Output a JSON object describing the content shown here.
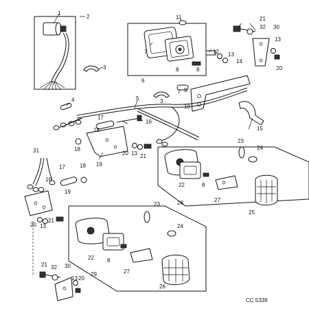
{
  "diagram": {
    "catalog_code": "CC 5339",
    "callouts": [
      "1",
      "2",
      "3",
      "4",
      "5",
      "6",
      "7",
      "8",
      "9",
      "10",
      "11",
      "12",
      "13",
      "14",
      "15",
      "16",
      "17",
      "18",
      "19",
      "20",
      "21",
      "22",
      "23",
      "24",
      "25",
      "26",
      "27",
      "28",
      "29",
      "30",
      "31",
      "32"
    ]
  }
}
